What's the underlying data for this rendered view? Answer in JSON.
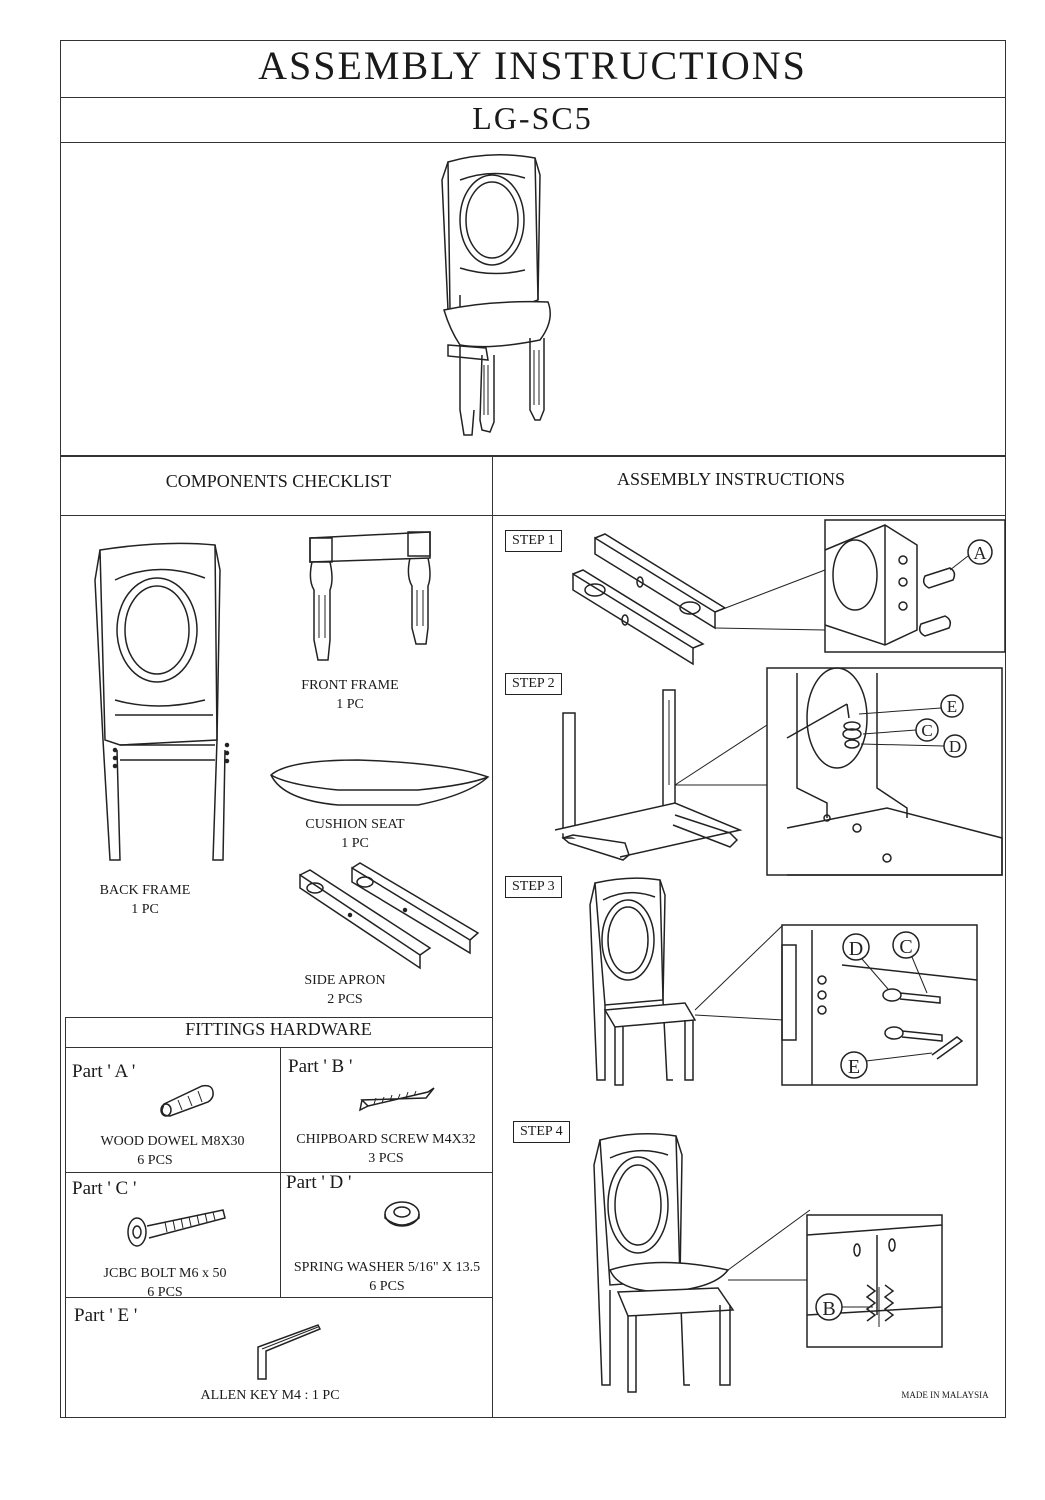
{
  "header": {
    "title": "ASSEMBLY INSTRUCTIONS",
    "model": "LG-SC5"
  },
  "checklist": {
    "heading": "COMPONENTS CHECKLIST",
    "items": [
      {
        "name": "BACK FRAME",
        "qty": "1 PC"
      },
      {
        "name": "FRONT FRAME",
        "qty": "1 PC"
      },
      {
        "name": "CUSHION SEAT",
        "qty": "1 PC"
      },
      {
        "name": "SIDE APRON",
        "qty": "2 PCS"
      }
    ]
  },
  "hardware": {
    "heading": "FITTINGS HARDWARE",
    "parts": [
      {
        "label": "Part ' A '",
        "name": "WOOD DOWEL  M8X30",
        "qty": "6 PCS"
      },
      {
        "label": "Part ' B '",
        "name": "CHIPBOARD SCREW M4X32",
        "qty": "3 PCS"
      },
      {
        "label": "Part ' C '",
        "name": "JCBC BOLT M6 x 50",
        "qty": "6 PCS"
      },
      {
        "label": "Part ' D '",
        "name": "SPRING WASHER 5/16\" X 13.5",
        "qty": "6 PCS"
      },
      {
        "label": "Part ' E '",
        "name": "ALLEN KEY  M4 : 1 PC",
        "qty": ""
      }
    ]
  },
  "assembly": {
    "heading": "ASSEMBLY INSTRUCTIONS",
    "steps": [
      "STEP 1",
      "STEP 2",
      "STEP 3",
      "STEP 4"
    ],
    "callouts": {
      "a": "A",
      "b": "B",
      "c": "C",
      "d": "D",
      "e": "E"
    },
    "footer": "MADE IN MALAYSIA"
  }
}
